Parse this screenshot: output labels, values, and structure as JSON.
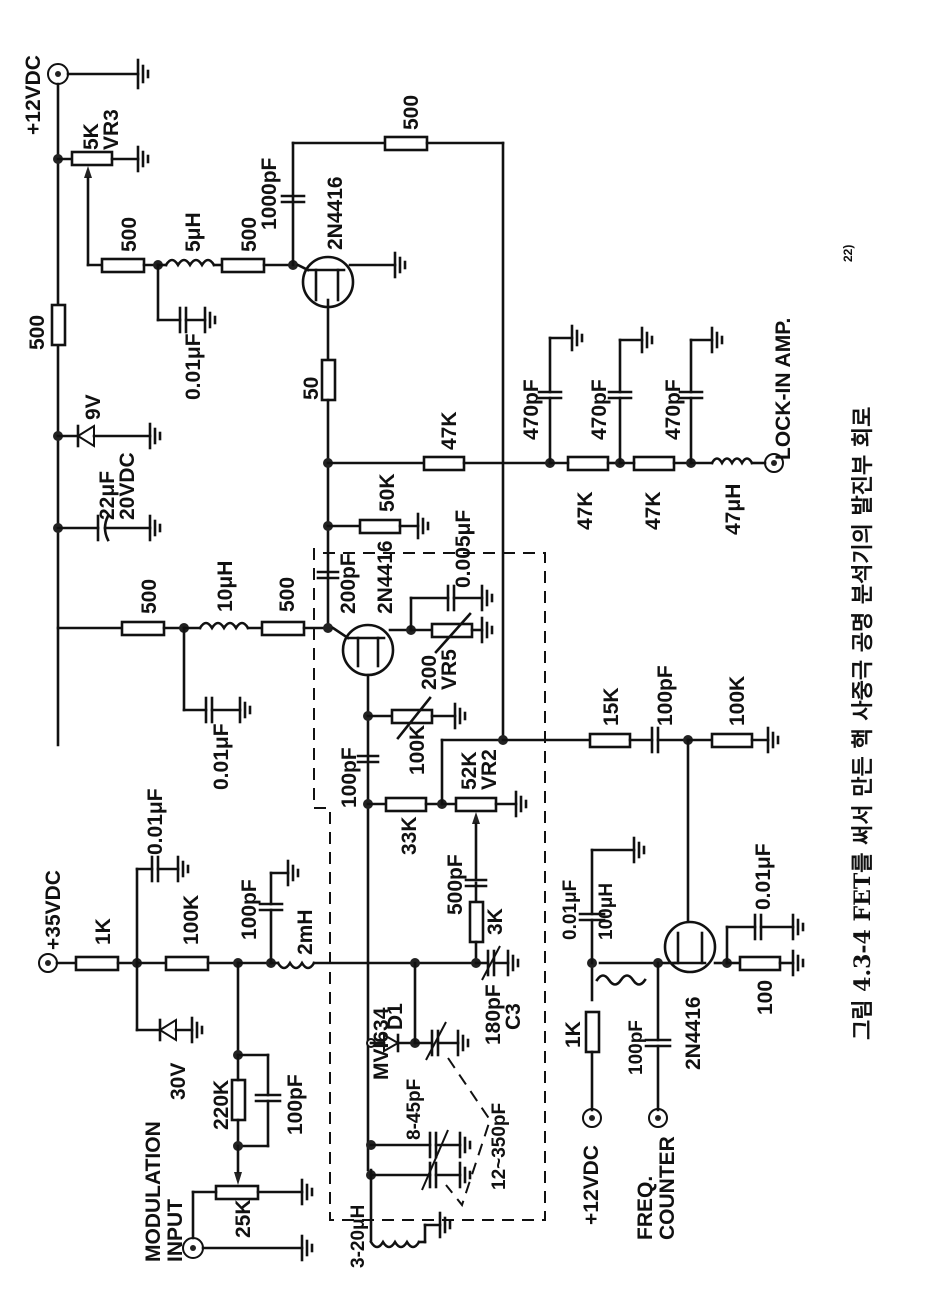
{
  "figure": {
    "caption": "그림 4.3-4  FET를 써서 만든 핵 사중극 공명 분석기의 발진부 회로",
    "caption_ref": "22)",
    "orientation": "rotated 90° counter-clockwise"
  },
  "terminals": {
    "supply_12v_top": "+12VDC",
    "supply_35v": "+35VDC",
    "modulation_input_line1": "MODULATION",
    "modulation_input_line2": "INPUT",
    "supply_12v_bottom": "+12VDC",
    "freq_counter_line1": "FREQ.",
    "freq_counter_line2": "COUNTER",
    "lock_in_amp": "LOCK-IN AMP."
  },
  "components": {
    "vr3_value": "5K",
    "vr3_name": "VR3",
    "r_500_supply": "500",
    "r_500_bias1": "500",
    "l_5uh": "5μH",
    "r_500_bias2": "500",
    "c_1000pf": "1000pF",
    "q_top": "2N4416",
    "r_500_feedback": "500",
    "c_001_top": "0.01μF",
    "r_50": "50",
    "zener_9v": "9V",
    "c_22uf_line1": "22μF",
    "c_22uf_line2": "20VDC",
    "r_500_mid1": "500",
    "l_10uh": "10μH",
    "r_500_mid2": "500",
    "c_001_mid": "0.01μF",
    "c_200pf": "200pF",
    "q_mid": "2N4416",
    "r_50k": "50K",
    "c_0005uf": "0.005μF",
    "r_47k_a": "47K",
    "vr5_value": "200",
    "vr5_name": "VR5",
    "c_470pf_a": "470pF",
    "c_470pf_b": "470pF",
    "c_470pf_c": "470pF",
    "r_47k_b": "47K",
    "r_47k_c": "47K",
    "l_47uh": "47μH",
    "c_100pf_gate": "100pF",
    "r_100k_var": "100K",
    "r_33k": "33K",
    "vr2_value": "52K",
    "vr2_name": "VR2",
    "c_500pf": "500pF",
    "r_3k": "3K",
    "r_15k": "15K",
    "c_100pf_out": "100pF",
    "r_100k_out": "100K",
    "r_1k_top": "1K",
    "c_001_35v": "0.01μF",
    "r_100k_bias": "100K",
    "zener_30v": "30V",
    "c_100pf_rf": "100pF",
    "l_2mh": "2mH",
    "r_220k": "220K",
    "c_100pf_par": "100pF",
    "pot_25k": "25K",
    "d1_type": "MVI634",
    "d1_name": "D1",
    "c_8_45pf": "8-45pF",
    "c_12_350pf": "12~350pF",
    "c3_value": "180pF",
    "c3_name": "C3",
    "l_3_20uh": "3-20μH",
    "c_001_buf": "0.01μF",
    "l_100uh": "100μH",
    "r_1k_buf": "1K",
    "c_100pf_buf": "100pF",
    "q_buf": "2N4416",
    "c_001_src": "0.01μF",
    "r_100_src": "100"
  }
}
